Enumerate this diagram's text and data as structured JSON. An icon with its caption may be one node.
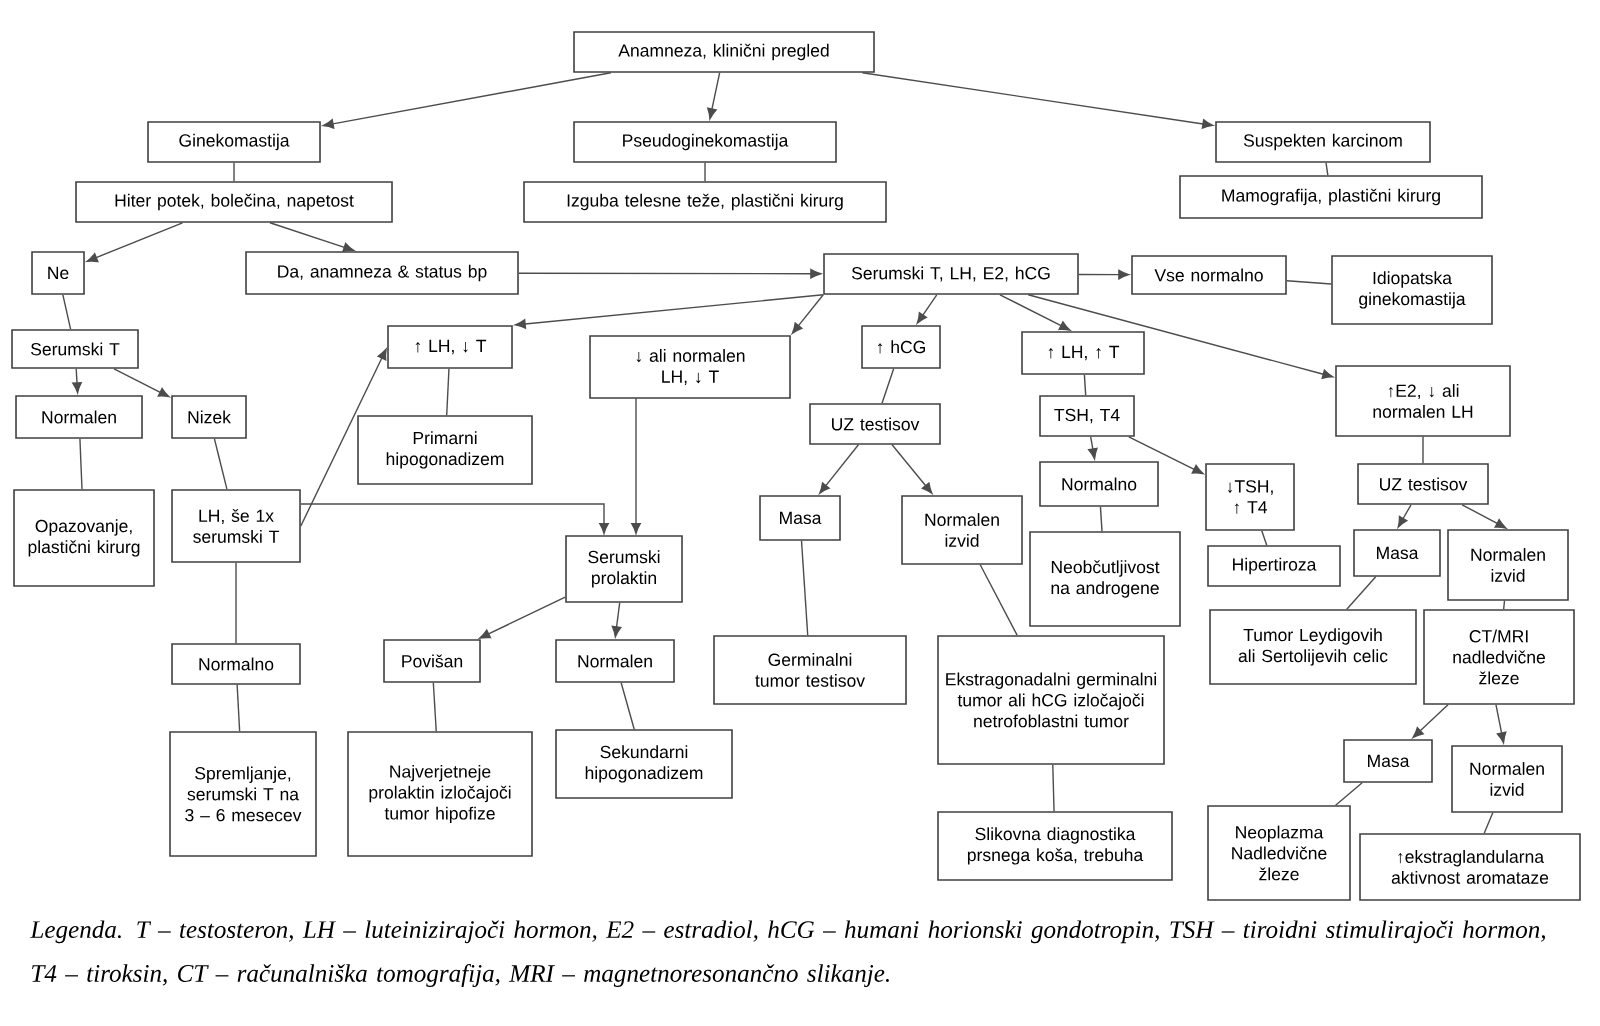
{
  "diagram": {
    "caption": "Legenda. T – testosteron, LH – luteinizirajoči hormon, E2 – estradiol, hCG – humani horionski gondotropin, TSH – tiroidni stimulirajoči hormon, T4 – tiroksin, CT – računalniška tomografija, MRI – magnetnoresonančno slikanje.",
    "nodes": [
      {
        "text": [
          "Anamneza, klinični pregled"
        ]
      },
      {
        "text": [
          "Ginekomastija"
        ]
      },
      {
        "text": [
          "Pseudoginekomastija"
        ]
      },
      {
        "text": [
          "Suspekten karcinom"
        ]
      },
      {
        "text": [
          "Hiter potek, bolečina, napetost"
        ]
      },
      {
        "text": [
          "Izguba telesne teže, plastični kirurg"
        ]
      },
      {
        "text": [
          "Mamografija, plastični kirurg"
        ]
      },
      {
        "text": [
          "Ne"
        ]
      },
      {
        "text": [
          "Da, anamneza & status bp"
        ]
      },
      {
        "text": [
          "Serumski T, LH, E2, hCG"
        ]
      },
      {
        "text": [
          "Vse normalno"
        ]
      },
      {
        "text": [
          "Idiopatska ginekomastija"
        ]
      },
      {
        "text": [
          "Serumski T"
        ]
      },
      {
        "text": [
          "↑ LH, ↓ T"
        ]
      },
      {
        "text": [
          "↓ ali normalen LH, ↓ T"
        ]
      },
      {
        "text": [
          "↑ hCG"
        ]
      },
      {
        "text": [
          "↑ LH, ↑ T"
        ]
      },
      {
        "text": [
          "↑E2, ↓ ali normalen LH"
        ]
      },
      {
        "text": [
          "Normalen"
        ]
      },
      {
        "text": [
          "Nizek"
        ]
      },
      {
        "text": [
          "Primarni hipogonadizem"
        ]
      },
      {
        "text": [
          "UZ testisov"
        ]
      },
      {
        "text": [
          "TSH, T4"
        ]
      },
      {
        "text": [
          "Opazovanje, plastični kirurg"
        ]
      },
      {
        "text": [
          "LH, še 1x serumski T"
        ]
      },
      {
        "text": [
          "Normalno"
        ]
      },
      {
        "text": [
          "↓TSH, ↑ T4"
        ]
      },
      {
        "text": [
          "UZ testisov"
        ]
      },
      {
        "text": [
          "Masa"
        ]
      },
      {
        "text": [
          "Normalen izvid"
        ]
      },
      {
        "text": [
          "Serumski prolaktin"
        ]
      },
      {
        "text": [
          "Neobčutljivost na androgene"
        ]
      },
      {
        "text": [
          "Hipertiroza"
        ]
      },
      {
        "text": [
          "Masa"
        ]
      },
      {
        "text": [
          "Normalen izvid"
        ]
      },
      {
        "text": [
          "Germinalni tumor testisov"
        ]
      },
      {
        "text": [
          "Normalno"
        ]
      },
      {
        "text": [
          "Povišan"
        ]
      },
      {
        "text": [
          "Normalen"
        ]
      },
      {
        "text": [
          "Ekstragonadalni germinalni tumor ali hCG izločajoči netrofoblastni tumor"
        ]
      },
      {
        "text": [
          "Tumor Leydigovih ali Sertolijevih celic"
        ]
      },
      {
        "text": [
          "CT/MRI nadledvične žleze"
        ]
      },
      {
        "text": [
          "Spremljanje, serumski T na 3 – 6 mesecev"
        ]
      },
      {
        "text": [
          "Najverjetneje prolaktin izločajoči tumor hipofize"
        ]
      },
      {
        "text": [
          "Sekundarni hipogonadizem"
        ]
      },
      {
        "text": [
          "Masa"
        ]
      },
      {
        "text": [
          "Normalen izvid"
        ]
      },
      {
        "text": [
          "Slikovna diagnostika prsnega koša, trebuha"
        ]
      },
      {
        "text": [
          "Neoplazma Nadledvične žleze"
        ]
      },
      {
        "text": [
          "↑ekstraglandularna aktivnost aromataze"
        ]
      }
    ],
    "edges": [
      {
        "from": 0,
        "to": 1,
        "arrow": "to"
      },
      {
        "from": 0,
        "to": 2,
        "arrow": "to"
      },
      {
        "from": 0,
        "to": 3,
        "arrow": "to"
      },
      {
        "from": 1,
        "to": 4,
        "arrow": "none"
      },
      {
        "from": 2,
        "to": 5,
        "arrow": "none"
      },
      {
        "from": 3,
        "to": 6,
        "arrow": "none"
      },
      {
        "from": 4,
        "to": 7,
        "arrow": "to"
      },
      {
        "from": 4,
        "to": 8,
        "arrow": "to"
      },
      {
        "from": 8,
        "to": 9,
        "arrow": "to"
      },
      {
        "from": 9,
        "to": 10,
        "arrow": "to"
      },
      {
        "from": 10,
        "to": 11,
        "arrow": "none"
      },
      {
        "from": 9,
        "to": 13,
        "arrow": "to"
      },
      {
        "from": 9,
        "to": 14,
        "arrow": "to"
      },
      {
        "from": 9,
        "to": 15,
        "arrow": "to"
      },
      {
        "from": 9,
        "to": 16,
        "arrow": "to"
      },
      {
        "from": 9,
        "to": 17,
        "arrow": "to"
      },
      {
        "from": 7,
        "to": 12,
        "arrow": "none"
      },
      {
        "from": 12,
        "to": 18,
        "arrow": "to"
      },
      {
        "from": 12,
        "to": 19,
        "arrow": "to"
      },
      {
        "from": 18,
        "to": 23,
        "arrow": "none"
      },
      {
        "from": 19,
        "to": 24,
        "arrow": "none"
      },
      {
        "from": 24,
        "to": 13,
        "arrow": "to"
      },
      {
        "from": 24,
        "to": 30,
        "arrow": "to"
      },
      {
        "from": 14,
        "to": 30,
        "arrow": "to"
      },
      {
        "from": 13,
        "to": 20,
        "arrow": "none"
      },
      {
        "from": 15,
        "to": 21,
        "arrow": "none"
      },
      {
        "from": 21,
        "to": 28,
        "arrow": "to"
      },
      {
        "from": 21,
        "to": 29,
        "arrow": "to"
      },
      {
        "from": 16,
        "to": 22,
        "arrow": "none"
      },
      {
        "from": 22,
        "to": 25,
        "arrow": "to"
      },
      {
        "from": 22,
        "to": 26,
        "arrow": "to"
      },
      {
        "from": 17,
        "to": 27,
        "arrow": "none"
      },
      {
        "from": 27,
        "to": 33,
        "arrow": "to"
      },
      {
        "from": 27,
        "to": 34,
        "arrow": "to"
      },
      {
        "from": 28,
        "to": 35,
        "arrow": "none"
      },
      {
        "from": 29,
        "to": 39,
        "arrow": "none"
      },
      {
        "from": 25,
        "to": 31,
        "arrow": "none"
      },
      {
        "from": 26,
        "to": 32,
        "arrow": "none"
      },
      {
        "from": 33,
        "to": 40,
        "arrow": "none"
      },
      {
        "from": 34,
        "to": 41,
        "arrow": "none"
      },
      {
        "from": 24,
        "to": 36,
        "arrow": "none"
      },
      {
        "from": 36,
        "to": 42,
        "arrow": "none"
      },
      {
        "from": 30,
        "to": 37,
        "arrow": "to"
      },
      {
        "from": 30,
        "to": 38,
        "arrow": "to"
      },
      {
        "from": 37,
        "to": 43,
        "arrow": "none"
      },
      {
        "from": 38,
        "to": 44,
        "arrow": "none"
      },
      {
        "from": 39,
        "to": 47,
        "arrow": "none"
      },
      {
        "from": 41,
        "to": 45,
        "arrow": "to"
      },
      {
        "from": 41,
        "to": 46,
        "arrow": "to"
      },
      {
        "from": 45,
        "to": 48,
        "arrow": "none"
      },
      {
        "from": 46,
        "to": 49,
        "arrow": "none"
      }
    ]
  }
}
